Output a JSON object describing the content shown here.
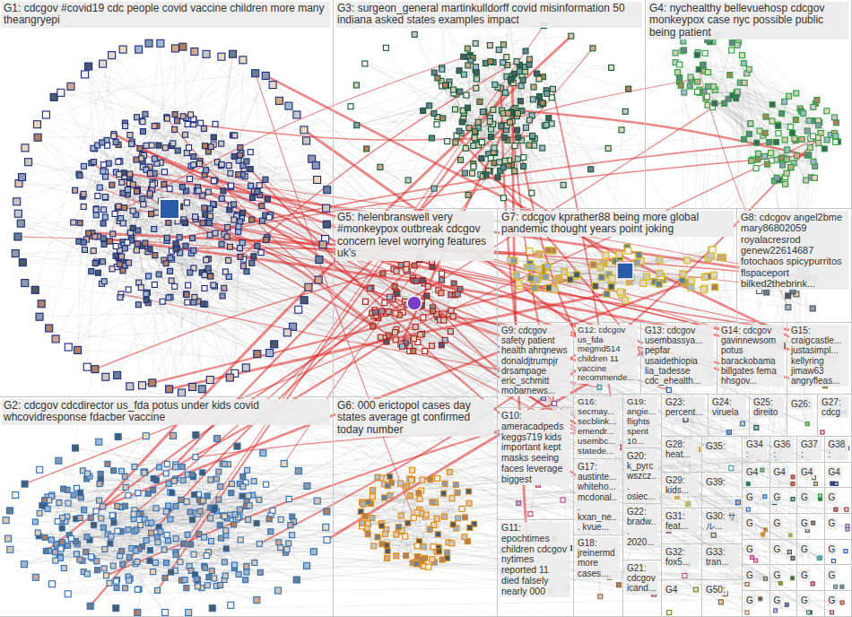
{
  "diagram": {
    "nodes": [
      {
        "text": [
          "G1: cdcgov #covid19 cdc people covid vaccine children more many theangryepi"
        ]
      },
      {
        "text": [
          "G2: cdcgov cdcdirector us_fda potus under kids covid whcovidresponse fdacber vaccine"
        ]
      },
      {
        "text": [
          "G3: surgeon_general martinkulldorff covid misinformation 50 indiana asked states examples impact"
        ]
      },
      {
        "text": [
          "G4: nychealthy bellevuehosp cdcgov monkeypox case nyc possible public being patient"
        ]
      },
      {
        "text": [
          "G5: helenbranswell very #monkeypox outbreak cdcgov concern level worrying features uk's"
        ]
      },
      {
        "text": [
          "G6: 000 erictopol cases day states average gt confirmed today number"
        ]
      },
      {
        "text": [
          "G7: cdcgov kprather88 being more global pandemic thought years point joking"
        ]
      },
      {
        "text": [
          "G8: cdcgov angel2bme mary86802059 royalacresrod genew22614687 fotochaos spicypurritos flspaceport bilked2thebrink..."
        ]
      },
      {
        "text": [
          "G9: cdcgov safety patient health ahrqnews donaldjtrumpjr drsampage eric_schmitt mobarnews..."
        ]
      },
      {
        "text": [
          "G10: ameracadpeds keggs719 kids important kept masks seeing faces leverage biggest"
        ]
      },
      {
        "text": [
          "G11: epochtimes children cdcgov nytimes reported 11 died falsely nearly 000"
        ]
      },
      {
        "text": [
          "G12: cdcgov us_fda megmd514 children 11 vaccine recommende..."
        ]
      },
      {
        "text": [
          "G13: cdcgov usembassya... pepfar usaidethiopia lia_tadesse cdc_ehealth..."
        ]
      },
      {
        "text": [
          "G14: cdcgov gavinnewsom potus barackobama billgates fema hhsgov..."
        ]
      },
      {
        "text": [
          "G15: craigcastle... justasimpl... kellyring jimaw63 angryfleas..."
        ]
      },
      {
        "text": [
          "G16: secmay... secblink... emendr... usembc... statede..."
        ]
      },
      {
        "text": [
          "G17: austinte... whiteho... mcdonal... kxan_ne... kvue..."
        ]
      },
      {
        "text": [
          "G18: jreinermd more cases..."
        ]
      },
      {
        "text": [
          "G19: angie... flights spent 10..."
        ]
      },
      {
        "text": [
          "G20: k_pyrc wszcz... osiec..."
        ]
      },
      {
        "text": [
          "G21: cdcgov icand..."
        ]
      },
      {
        "text": [
          "G22: bradw... 2020..."
        ]
      },
      {
        "text": [
          "G23: percent..."
        ]
      },
      {
        "text": [
          "G24: viruela"
        ]
      },
      {
        "text": [
          "G25: direito"
        ]
      },
      {
        "text": [
          "G26:"
        ]
      },
      {
        "text": [
          "G27: cdcg"
        ]
      },
      {
        "text": [
          "G28: heat..."
        ]
      },
      {
        "text": [
          "G29: kids..."
        ]
      },
      {
        "text": [
          "G30: サル..."
        ]
      },
      {
        "text": [
          "G31: feat..."
        ]
      },
      {
        "text": [
          "G32: fox5..."
        ]
      },
      {
        "text": [
          "G33: tran..."
        ]
      },
      {
        "text": [
          "G35:"
        ]
      },
      {
        "text": [
          "G39:"
        ]
      },
      {
        "text": [
          "G50:"
        ]
      },
      {
        "text": [
          "G4"
        ]
      },
      {
        "text": [
          "G34:"
        ]
      },
      {
        "text": [
          "G36:"
        ]
      },
      {
        "text": [
          "G37:"
        ]
      },
      {
        "text": [
          "G38:"
        ]
      },
      {
        "text": [
          "G4"
        ]
      },
      {
        "text": [
          "G4"
        ]
      },
      {
        "text": [
          "G4"
        ]
      },
      {
        "text": [
          "G4"
        ]
      },
      {
        "text": [
          "G"
        ]
      },
      {
        "text": [
          "G"
        ]
      },
      {
        "text": [
          "G"
        ]
      },
      {
        "text": [
          "G"
        ]
      },
      {
        "text": [
          "G"
        ]
      },
      {
        "text": [
          "G"
        ]
      },
      {
        "text": [
          "G"
        ]
      },
      {
        "text": [
          "G"
        ]
      },
      {
        "text": [
          "G"
        ]
      },
      {
        "text": [
          "G"
        ]
      },
      {
        "text": [
          "G"
        ]
      },
      {
        "text": [
          "G"
        ]
      },
      {
        "text": [
          "G"
        ]
      },
      {
        "text": [
          "G"
        ]
      },
      {
        "text": [
          "G"
        ]
      },
      {
        "text": [
          "G"
        ]
      },
      {
        "text": [
          "G"
        ]
      },
      {
        "text": [
          "G"
        ]
      },
      {
        "text": [
          "G"
        ]
      },
      {
        "text": [
          "G"
        ]
      }
    ]
  }
}
